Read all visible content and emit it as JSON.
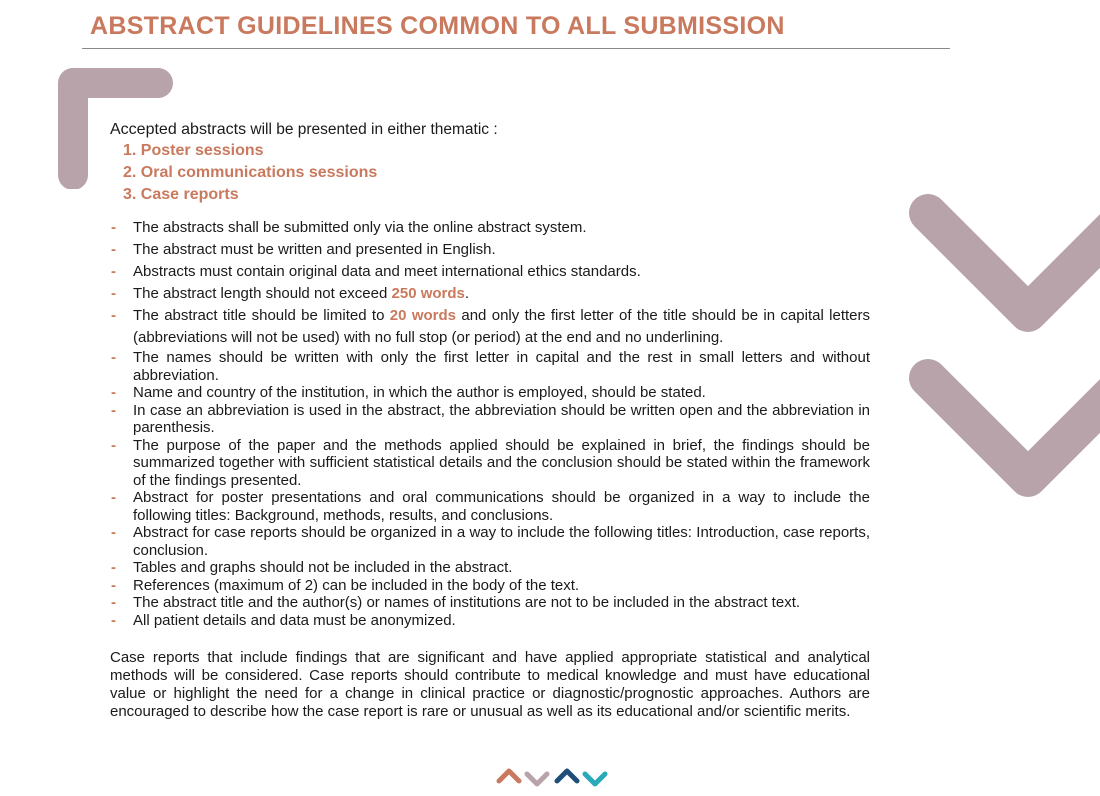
{
  "colors": {
    "accent": "#c9795d",
    "mauve": "#b8a3ab",
    "navy": "#1f4e79",
    "teal": "#2aa9b8"
  },
  "header": {
    "title": "ABSTRACT GUIDELINES COMMON TO ALL SUBMISSION"
  },
  "intro": {
    "lead_emphasis": "Accepted abstracts",
    "lead_rest": " will be presented in either thematic :",
    "types": [
      "1. Poster sessions",
      "2. Oral communications  sessions",
      "3. Case reports"
    ]
  },
  "rules": [
    {
      "text": "The abstracts shall be submitted only via the online abstract system."
    },
    {
      "text": "The abstract must be written and presented in English."
    },
    {
      "text": "Abstracts must contain original data and meet international ethics standards."
    },
    {
      "before": "The abstract length should not exceed ",
      "highlight": "250 words",
      "after": "."
    },
    {
      "before": "The abstract title should be limited to ",
      "highlight": "20 words",
      "after": " and only the first letter of the title should be in capital letters (abbreviations will not be used) with no full stop (or period) at the end and no underlining."
    },
    {
      "text": "The names should be written with only the first letter in capital and the rest in small letters and without abbreviation."
    },
    {
      "text": "Name and country of the institution, in which the author is employed, should be stated."
    },
    {
      "text": "In case an abbreviation is used in the abstract, the abbreviation should be written open and the abbreviation in parenthesis."
    },
    {
      "text": "The purpose of the paper and the methods applied should be explained in brief, the findings should be summarized together with sufficient statistical details and the conclusion should be stated within the framework of the findings presented."
    },
    {
      "text": "Abstract for poster presentations and oral communications should be organized in a way to include the following titles: Background, methods, results, and conclusions."
    },
    {
      "text": "Abstract for case reports should be organized in a way to include the following titles: Introduction, case reports, conclusion."
    },
    {
      "text": "Tables and graphs should not be included in the abstract."
    },
    {
      "text": "References (maximum of 2) can be included in the body of the text."
    },
    {
      "text": "The abstract title and the author(s) or names of institutions are not to be included in the abstract text."
    },
    {
      "text": "All patient details and data must be anonymized."
    }
  ],
  "closing": "Case reports that include findings that are significant and have applied appropriate statistical and analytical methods will be considered. Case reports should contribute to medical knowledge and must have educational value or highlight the need for a change in clinical practice or diagnostic/prognostic approaches. Authors are encouraged to describe how the case report is rare or unusual as well as its educational and/or scientific merits.",
  "decorations": {
    "corner": "corner-bracket-icon",
    "side": "chevron-down-icon",
    "footer": [
      "chevron-up-icon",
      "chevron-down-icon",
      "chevron-up-icon",
      "chevron-down-icon"
    ]
  }
}
